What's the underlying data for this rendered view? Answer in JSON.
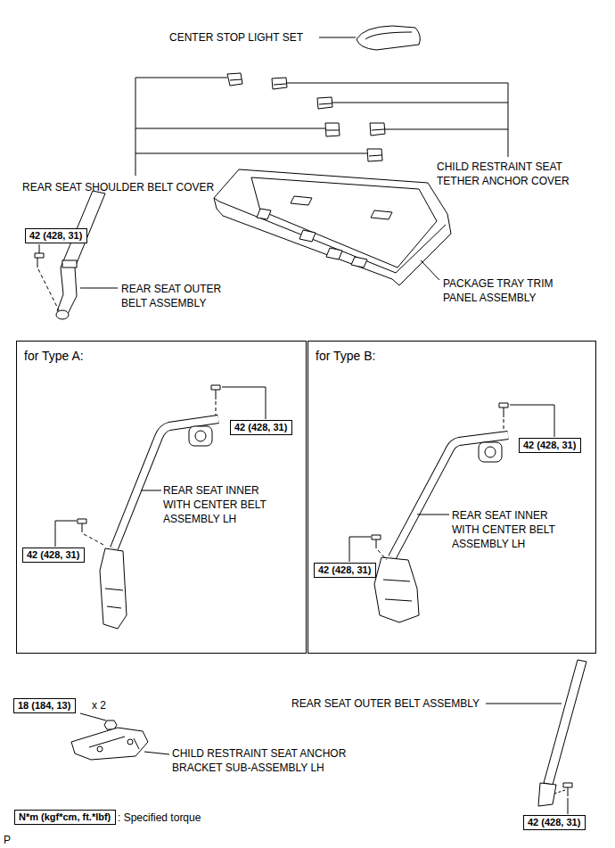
{
  "diagram": {
    "nodes": [
      {
        "text": [
          "42 (428, 31)"
        ]
      },
      {
        "text": [
          "for Type A:"
        ]
      },
      {
        "text": [
          "42 (428, 31)"
        ],
        "in": 1
      },
      {
        "text": [
          "42 (428, 31)"
        ],
        "in": 1
      },
      {
        "text": [
          "for Type B:"
        ]
      },
      {
        "text": [
          "42 (428, 31)"
        ],
        "in": 4
      },
      {
        "text": [
          "42 (428, 31)"
        ],
        "in": 4
      },
      {
        "text": [
          "18 (184, 13)"
        ]
      },
      {
        "text": [
          "42 (428, 31)"
        ]
      },
      {
        "text": [
          "N*m (kgf*cm, ft.*lbf)"
        ]
      }
    ],
    "labels": [
      "CENTER STOP LIGHT SET",
      "REAR SEAT SHOULDER BELT COVER",
      "CHILD RESTRAINT SEAT TETHER ANCHOR COVER",
      "REAR SEAT OUTER BELT ASSEMBLY",
      "PACKAGE TRAY TRIM PANEL ASSEMBLY",
      "REAR SEAT INNER WITH CENTER BELT ASSEMBLY LH",
      "REAR SEAT INNER WITH CENTER BELT ASSEMBLY LH",
      "x 2",
      "CHILD RESTRAINT SEAT ANCHOR BRACKET SUB-ASSEMBLY LH",
      "REAR SEAT OUTER BELT ASSEMBLY",
      ": Specified torque",
      "P"
    ]
  }
}
